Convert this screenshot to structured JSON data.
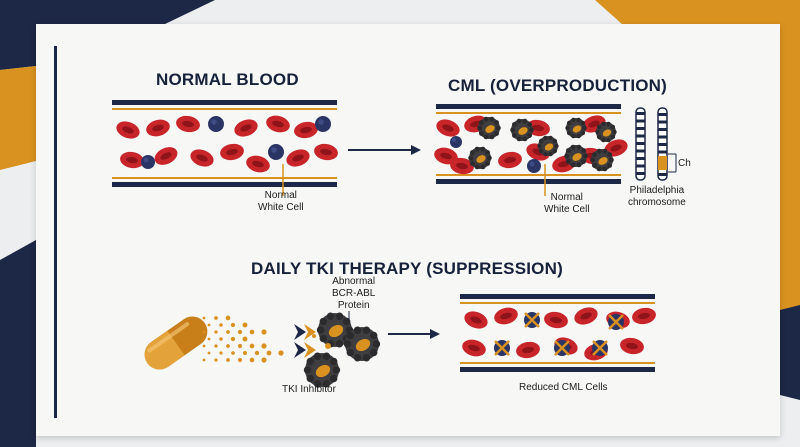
{
  "colors": {
    "navy": "#1d2746",
    "orange": "#d9921f",
    "red": "#c8252b",
    "blue": "#2a3566",
    "dark_cell": "#3e3d40"
  },
  "panels": {
    "normal": {
      "title": "NORMAL BLOOD",
      "label_line1": "Normal",
      "label_line2": "White Cell"
    },
    "cml": {
      "title": "CML (OVERPRODUCTION)",
      "label_line1": "Normal",
      "label_line2": "White Cell",
      "chromosome_line1": "Philadelphia",
      "chromosome_line2": "chromosome",
      "chromosome_tag": "Ch"
    },
    "therapy": {
      "title": "DAILY TKI THERAPY (SUPPRESSION)",
      "protein_line1": "Abnormal",
      "protein_line2": "BCR-ABL",
      "protein_line3": "Protein",
      "inhibitor_label": "TKI Inhibitor",
      "result_label": "Reduced CML Cells"
    }
  }
}
